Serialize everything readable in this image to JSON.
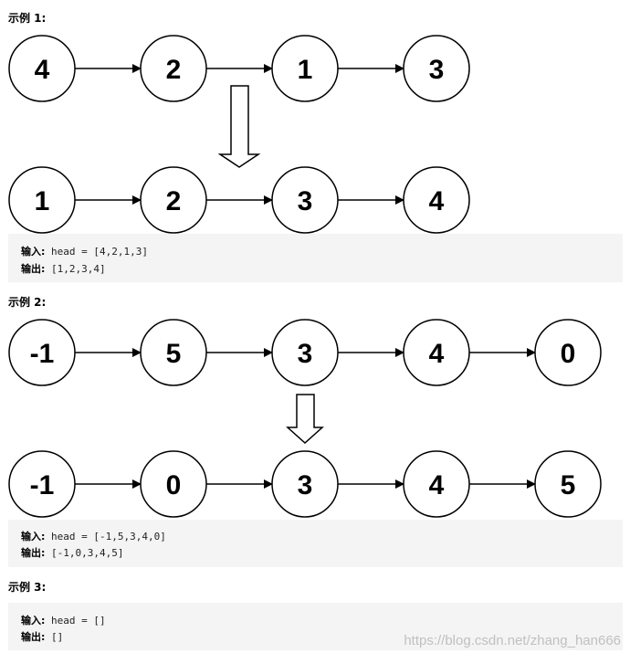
{
  "examples": [
    {
      "title": "示例 1:",
      "before": [
        "4",
        "2",
        "1",
        "3"
      ],
      "after": [
        "1",
        "2",
        "3",
        "4"
      ],
      "input_label": "输入:",
      "input_value": "head = [4,2,1,3]",
      "output_label": "输出:",
      "output_value": "[1,2,3,4]"
    },
    {
      "title": "示例 2:",
      "before": [
        "-1",
        "5",
        "3",
        "4",
        "0"
      ],
      "after": [
        "-1",
        "0",
        "3",
        "4",
        "5"
      ],
      "input_label": "输入:",
      "input_value": "head = [-1,5,3,4,0]",
      "output_label": "输出:",
      "output_value": "[-1,0,3,4,5]"
    },
    {
      "title": "示例 3:",
      "input_label": "输入:",
      "input_value": "head = []",
      "output_label": "输出:",
      "output_value": "[]"
    }
  ],
  "watermark": "https://blog.csdn.net/zhang_han666"
}
